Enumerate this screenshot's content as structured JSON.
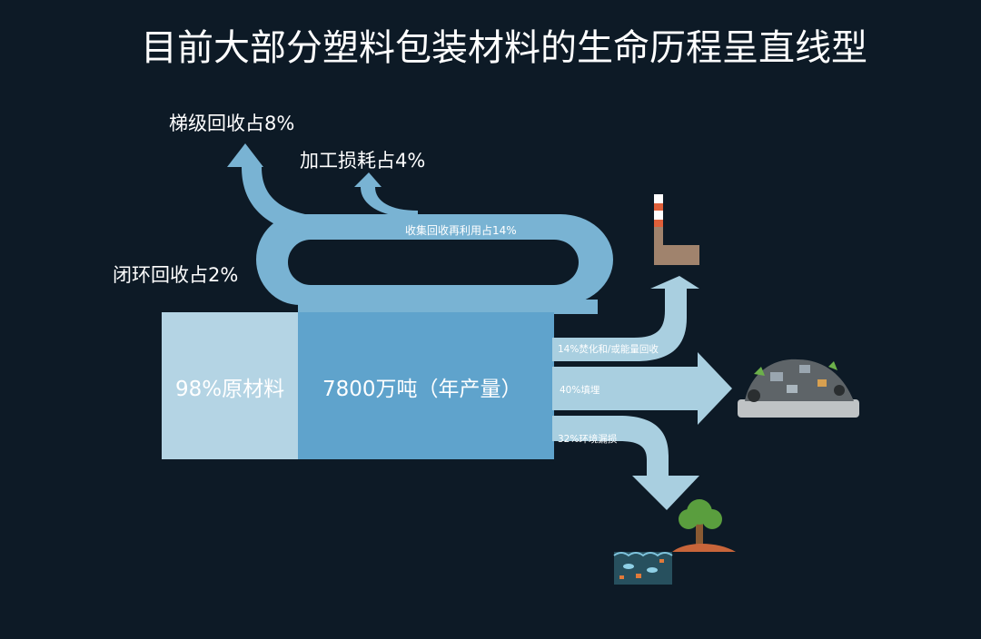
{
  "title": "目前大部分塑料包装材料的生命历程呈直线型",
  "labels": {
    "cascade_recycling": "梯级回收占8%",
    "processing_loss": "加工损耗占4%",
    "collection_reuse": "收集回收再利用占14%",
    "closed_loop": "闭环回收占2%",
    "raw_material": "98%原材料",
    "production": "7800万吨（年产量）",
    "incineration": "14%焚化和/或能量回收",
    "landfill": "40%填埋",
    "leakage": "32%环境漏损"
  },
  "colors": {
    "background": "#0d1a26",
    "flow_light": "#a9cfe0",
    "flow_mid": "#79b3d3",
    "flow_dark": "#5fa3cc",
    "raw_box": "#b4d4e4"
  },
  "icons": {
    "factory": "factory-icon",
    "landfill": "landfill-icon",
    "tree": "tree-icon",
    "ocean": "ocean-icon"
  }
}
